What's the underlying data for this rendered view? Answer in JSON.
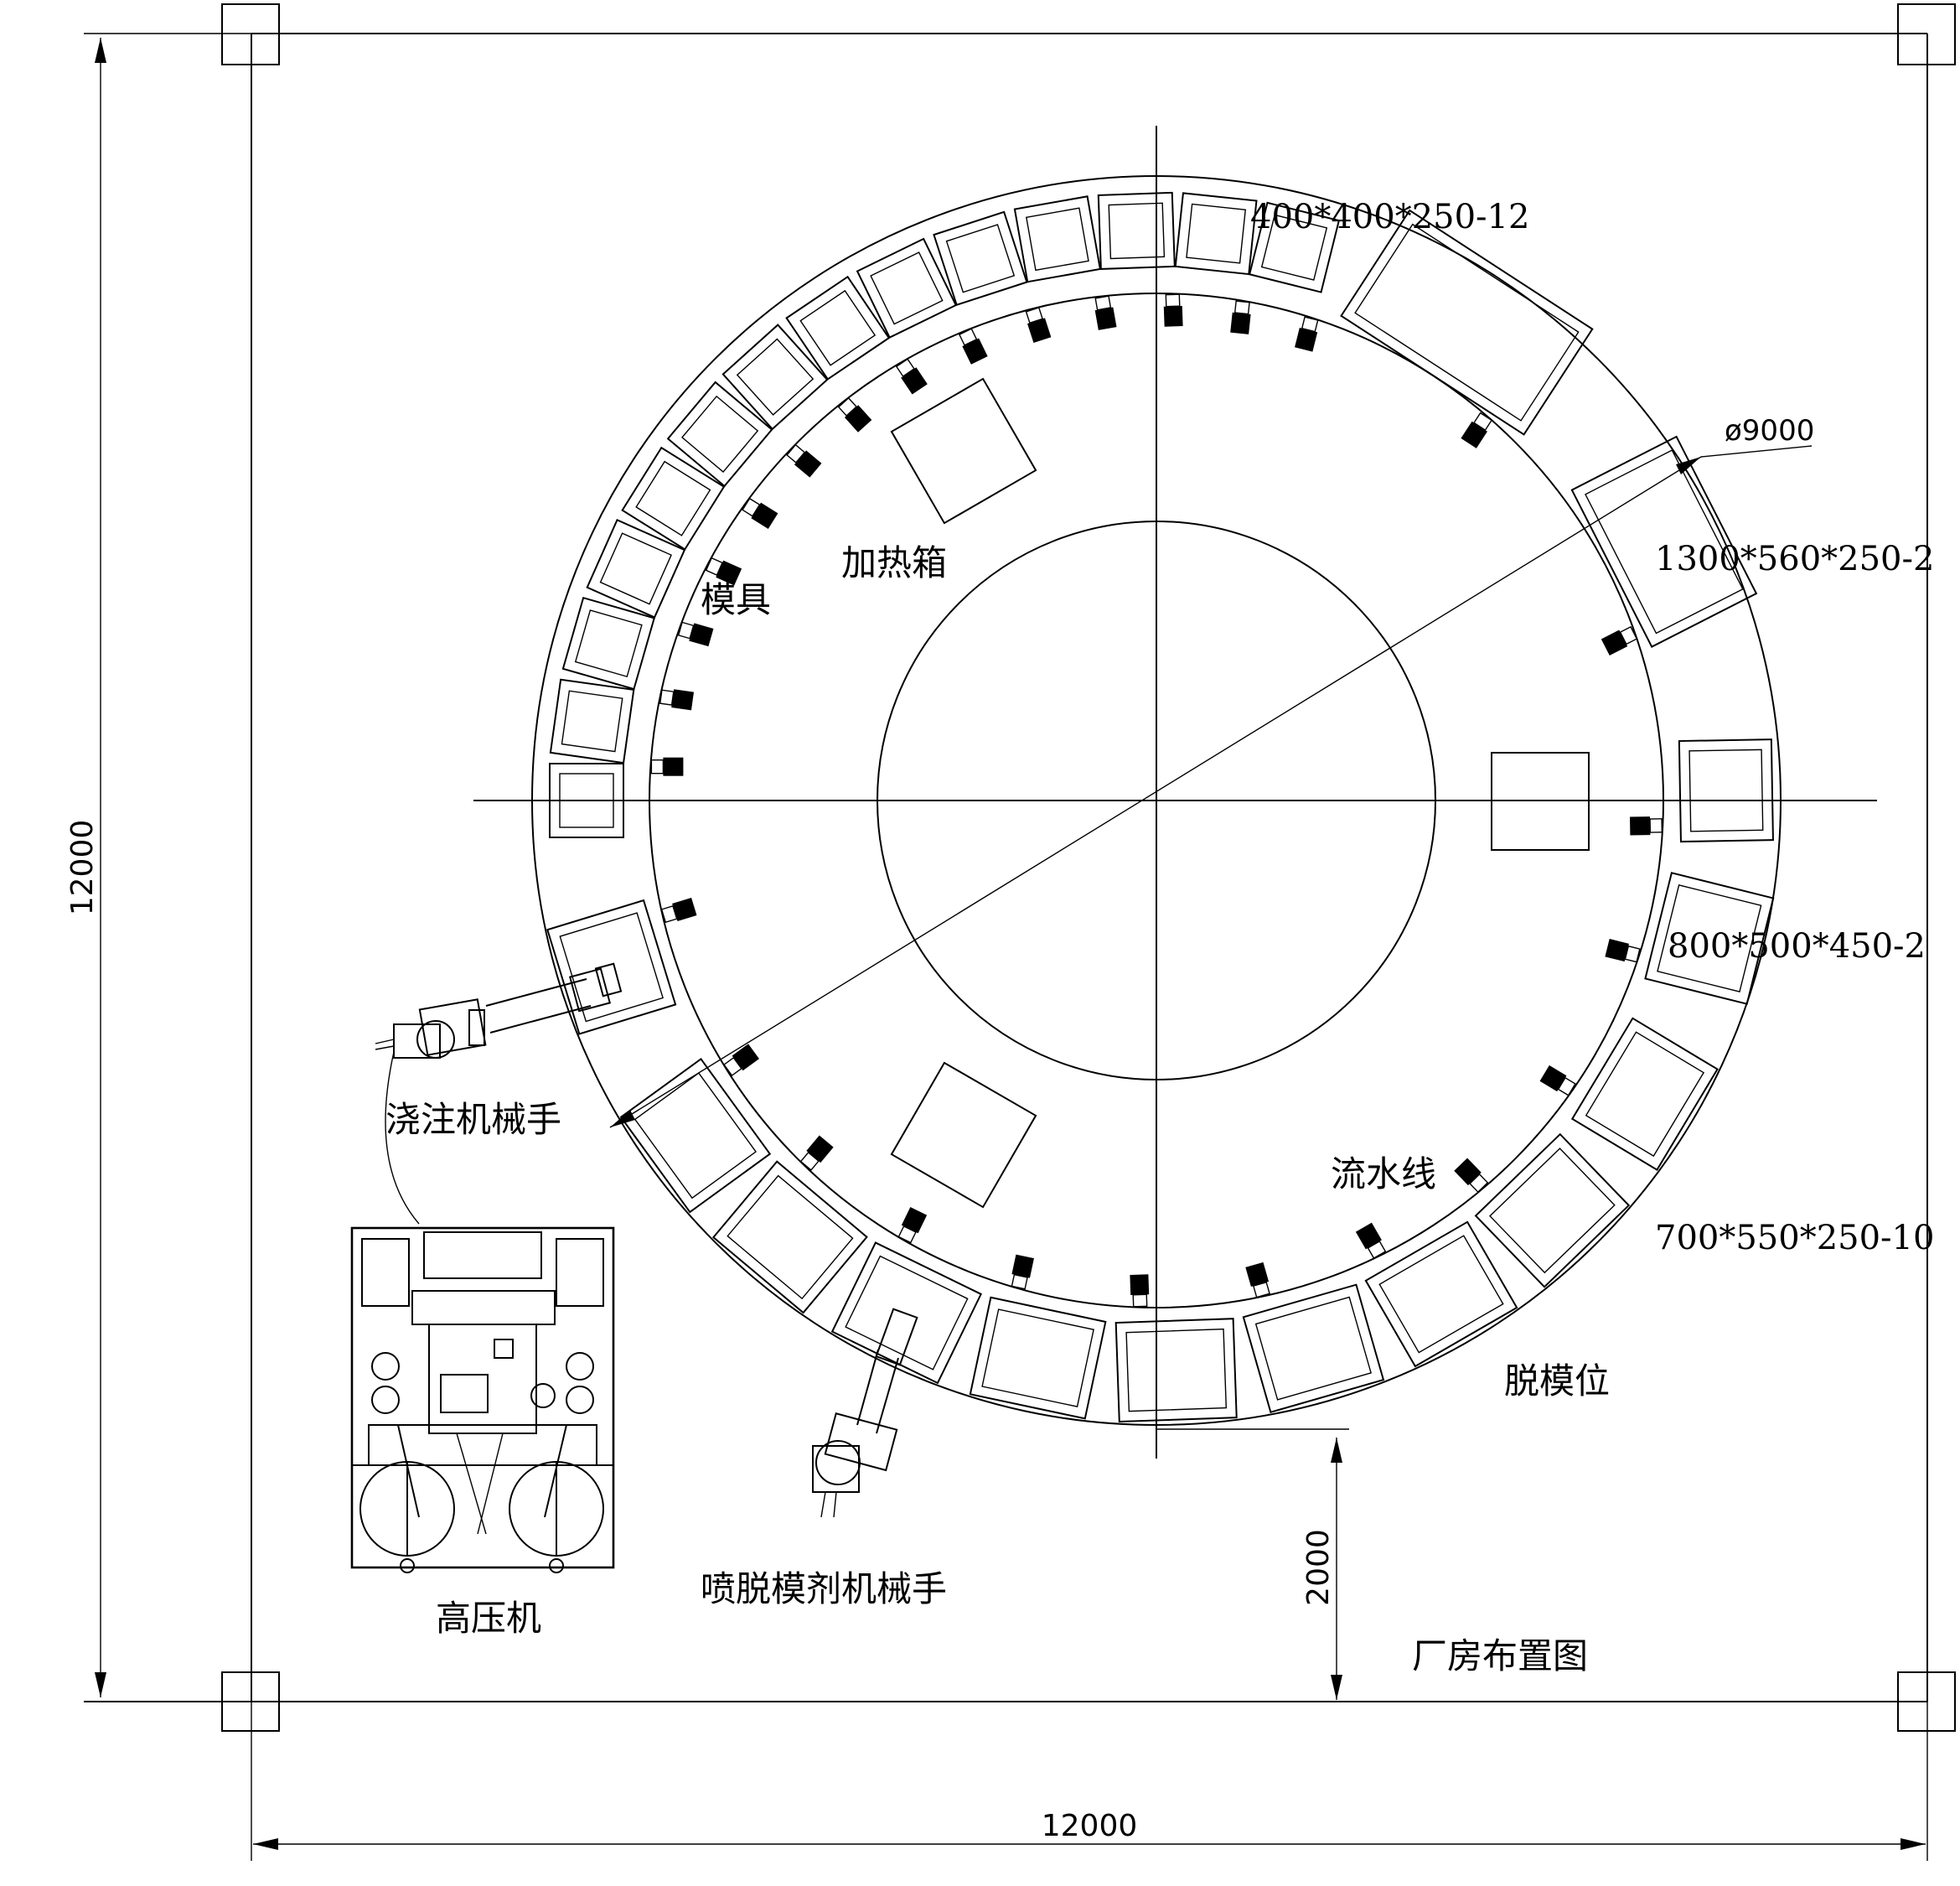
{
  "labels": {
    "mold": "模具",
    "heating_box": "加热箱",
    "pouring_robot": "浇注机械手",
    "production_line": "流水线",
    "demold_station": "脱模位",
    "spray_robot": "喷脱模剂机械手",
    "high_pressure_machine": "高压机",
    "layout_title": "厂房布置图"
  },
  "specs": {
    "mold_small": "400*400*250-12",
    "mold_large": "1300*560*250-2",
    "mold_medium": "800*500*450-2",
    "mold_standard": "700*550*250-10"
  },
  "dimensions": {
    "diameter": "ø9000",
    "width": "12000",
    "height": "12000",
    "offset": "2000"
  }
}
